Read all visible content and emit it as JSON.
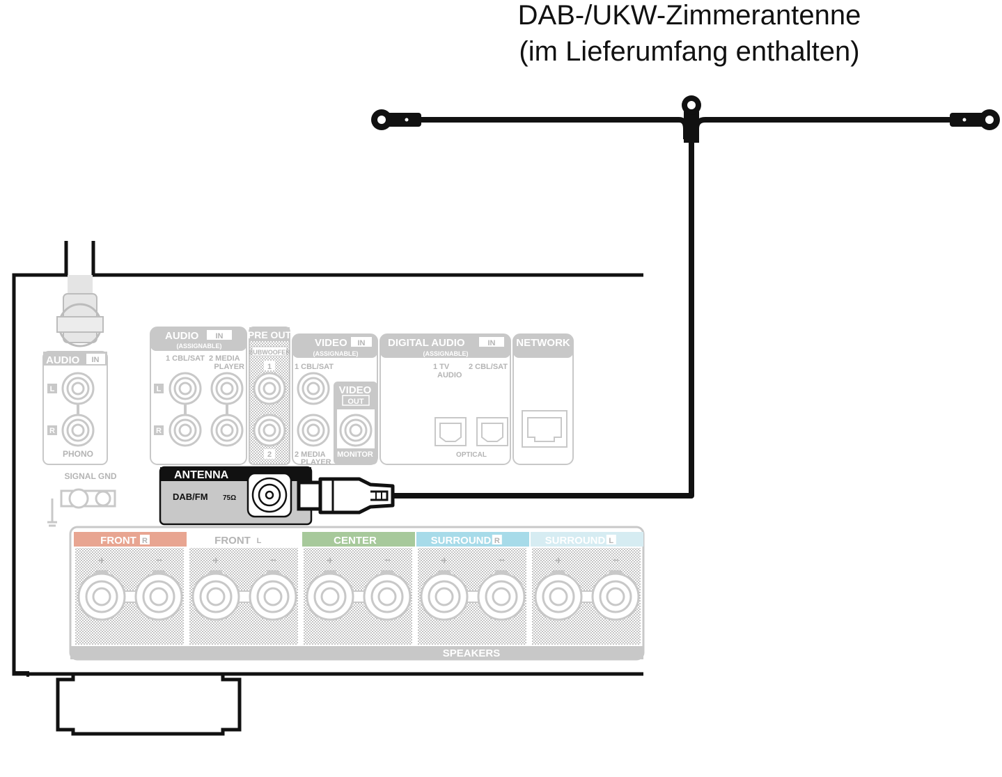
{
  "title": {
    "line1": "DAB-/UKW-Zimmerantenne",
    "line2": "(im Lieferumfang enthalten)"
  },
  "panel": {
    "audio_in_phono": {
      "header": "AUDIO",
      "header_tag": "IN",
      "ch_l": "L",
      "ch_r": "R",
      "name": "PHONO"
    },
    "signal_gnd": "SIGNAL GND",
    "audio_in": {
      "header": "AUDIO",
      "header_tag": "IN",
      "sub": "(ASSIGNABLE)",
      "col1": "1 CBL/SAT",
      "col2a": "2  MEDIA",
      "col2b": "PLAYER",
      "ch_l": "L",
      "ch_r": "R"
    },
    "pre_out": {
      "header": "PRE OUT",
      "sub": "SUBWOOFER",
      "n1": "1",
      "n2": "2"
    },
    "video_in": {
      "header": "VIDEO",
      "header_tag": "IN",
      "sub": "(ASSIGNABLE)",
      "col1": "1 CBL/SAT",
      "col2a": "2  MEDIA",
      "col2b": "PLAYER"
    },
    "video_out": {
      "header": "VIDEO",
      "header_tag": "OUT",
      "name": "MONITOR"
    },
    "digital_audio_in": {
      "header": "DIGITAL AUDIO",
      "header_tag": "IN",
      "sub": "(ASSIGNABLE)",
      "col1a": "1   TV",
      "col1b": "AUDIO",
      "col2": "2 CBL/SAT",
      "name": "OPTICAL"
    },
    "network": {
      "header": "NETWORK"
    },
    "antenna": {
      "header": "ANTENNA",
      "label": "DAB/FM",
      "impedance": "75Ω"
    },
    "speakers": {
      "label": "SPEAKERS",
      "plus": "+",
      "minus": "−",
      "channels": [
        {
          "name": "FRONT",
          "side": "R",
          "color": "#e8a591"
        },
        {
          "name": "FRONT",
          "side": "L",
          "color": "#ffffff"
        },
        {
          "name": "CENTER",
          "side": "",
          "color": "#a7c99b"
        },
        {
          "name": "SURROUND",
          "side": "R",
          "color": "#a7dbe9"
        },
        {
          "name": "SURROUND",
          "side": "L",
          "color": "#d6ecf2"
        }
      ]
    }
  }
}
